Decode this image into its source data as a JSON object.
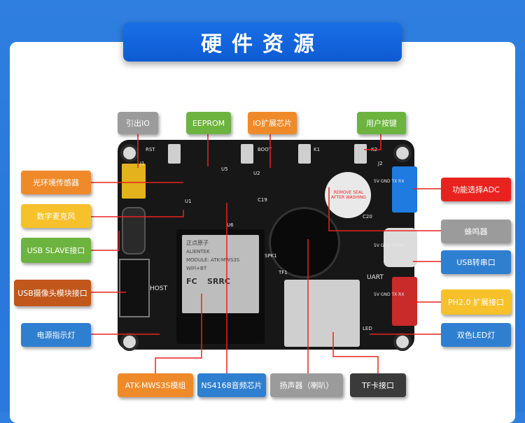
{
  "title": "硬件资源",
  "labels": {
    "io_out": "引出IO",
    "eeprom": "EEPROM",
    "io_expand": "IO扩展芯片",
    "user_key": "用户按键",
    "light_sensor": "光环境传感器",
    "mic": "数字麦克风",
    "usb_slave": "USB SLAVE接口",
    "usb_camera": "USB摄像头模块接口",
    "power_led": "电源指示灯",
    "adc": "功能选择ADC",
    "buzzer": "蜂鸣器",
    "usb_uart": "USB转串口",
    "ph20": "PH2.0 扩展接口",
    "dual_led": "双色LED灯",
    "module": "ATK-MWS3S模组",
    "ns4168": "NS4168音频芯片",
    "speaker": "扬声器（喇叭）",
    "tf": "TF卡接口"
  },
  "board": {
    "module_brand": "正点原子",
    "module_brand_en": "ALIENTEK",
    "module_model": "MODULE: ATK-MWS3S",
    "module_wifi": "WiFi+BT",
    "module_srrc": "SRRC",
    "module_fcc": "FC",
    "buzzer_text": "REMOVE SEAL AFTER WASHING",
    "silk_rst": "RST",
    "silk_boot": "BOOT",
    "silk_k1": "K1",
    "silk_k2": "K2",
    "silk_uart": "UART",
    "silk_host": "HOST",
    "silk_led": "LED",
    "silk_tf1": "TF1",
    "silk_u1": "U1",
    "silk_u2": "U2",
    "silk_u5": "U5",
    "silk_u6": "U6",
    "silk_c19": "C19",
    "silk_c20": "C20",
    "silk_j1": "J1",
    "silk_j2": "J2",
    "silk_spk1": "SPK1",
    "silk_adc_pins": "5V GND TX RX",
    "silk_ph_pins": "5V GND TX RX",
    "silk_uart_pins": "5V GND TX RX"
  },
  "colors": {
    "background": "#2b79dc",
    "title_badge": "#0d5bd3",
    "line_red": "#e8231f"
  }
}
